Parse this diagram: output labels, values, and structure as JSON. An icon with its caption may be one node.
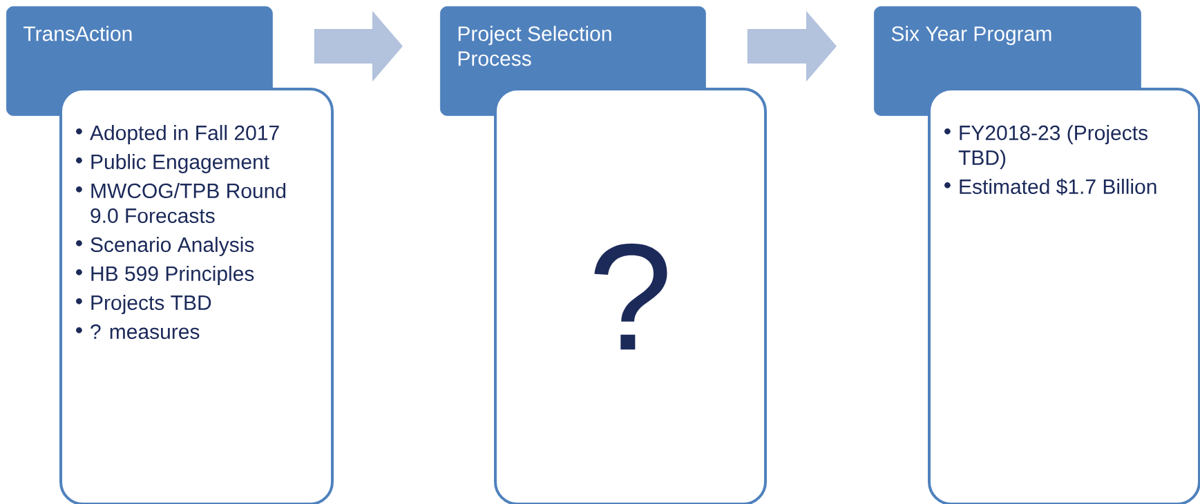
{
  "diagram": {
    "nodes": [
      {
        "text": [
          "TransAction"
        ]
      },
      {
        "text": [
          "Adopted in Fall 2017",
          "Public Engagement",
          "MWCOG/TPB Round 9.0 Forecasts",
          "Scenario Analysis",
          "HB 599 Principles",
          "Projects TBD",
          "? measures"
        ]
      },
      {
        "text": [
          "Project Selection Process"
        ]
      },
      {
        "text": [
          "?"
        ]
      },
      {
        "text": [
          "Six Year Program"
        ]
      },
      {
        "text": [
          "FY2018-23 (Projects TBD)",
          "Estimated $1.7 Billion"
        ]
      }
    ],
    "edges": [
      {
        "from": 0,
        "to": 2,
        "arrow": "to"
      },
      {
        "from": 2,
        "to": 4,
        "arrow": "to"
      }
    ]
  }
}
